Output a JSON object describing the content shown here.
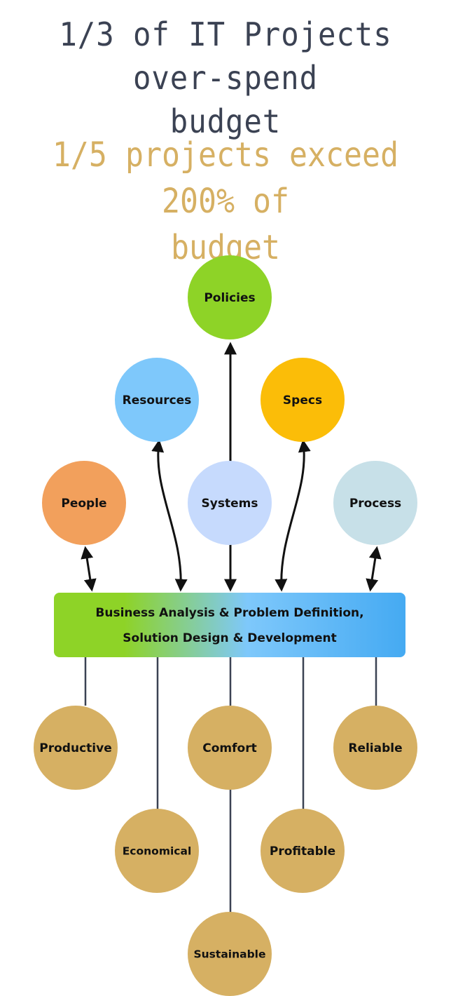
{
  "title": "1/3 of IT Projects over-spend\nbudget",
  "subtitle": "1/5 projects exceed 200% of\nbudget",
  "colors": {
    "title": "#3b4253",
    "subtitle": "#d6b063",
    "outcome": "#d6b063",
    "connector": "#3b4253",
    "arrow": "#111111"
  },
  "inputs": {
    "policies": {
      "label": "Policies",
      "color": "#8ed327"
    },
    "resources": {
      "label": "Resources",
      "color": "#7ec8fb"
    },
    "specs": {
      "label": "Specs",
      "color": "#fbbd08"
    },
    "people": {
      "label": "People",
      "color": "#f2a05c"
    },
    "systems": {
      "label": "Systems",
      "color": "#c6dafd"
    },
    "process": {
      "label": "Process",
      "color": "#c7e0e8"
    }
  },
  "central": {
    "line1": "Business Analysis & Problem Definition,",
    "line2": "Solution Design & Development",
    "gradient": [
      "#8ed327",
      "#7ec8fb",
      "#45aaf2"
    ]
  },
  "outcomes": {
    "productive": "Productive",
    "comfort": "Comfort",
    "reliable": "Reliable",
    "economical": "Economical",
    "profitable": "Profitable",
    "sustainable": "Sustainable"
  }
}
